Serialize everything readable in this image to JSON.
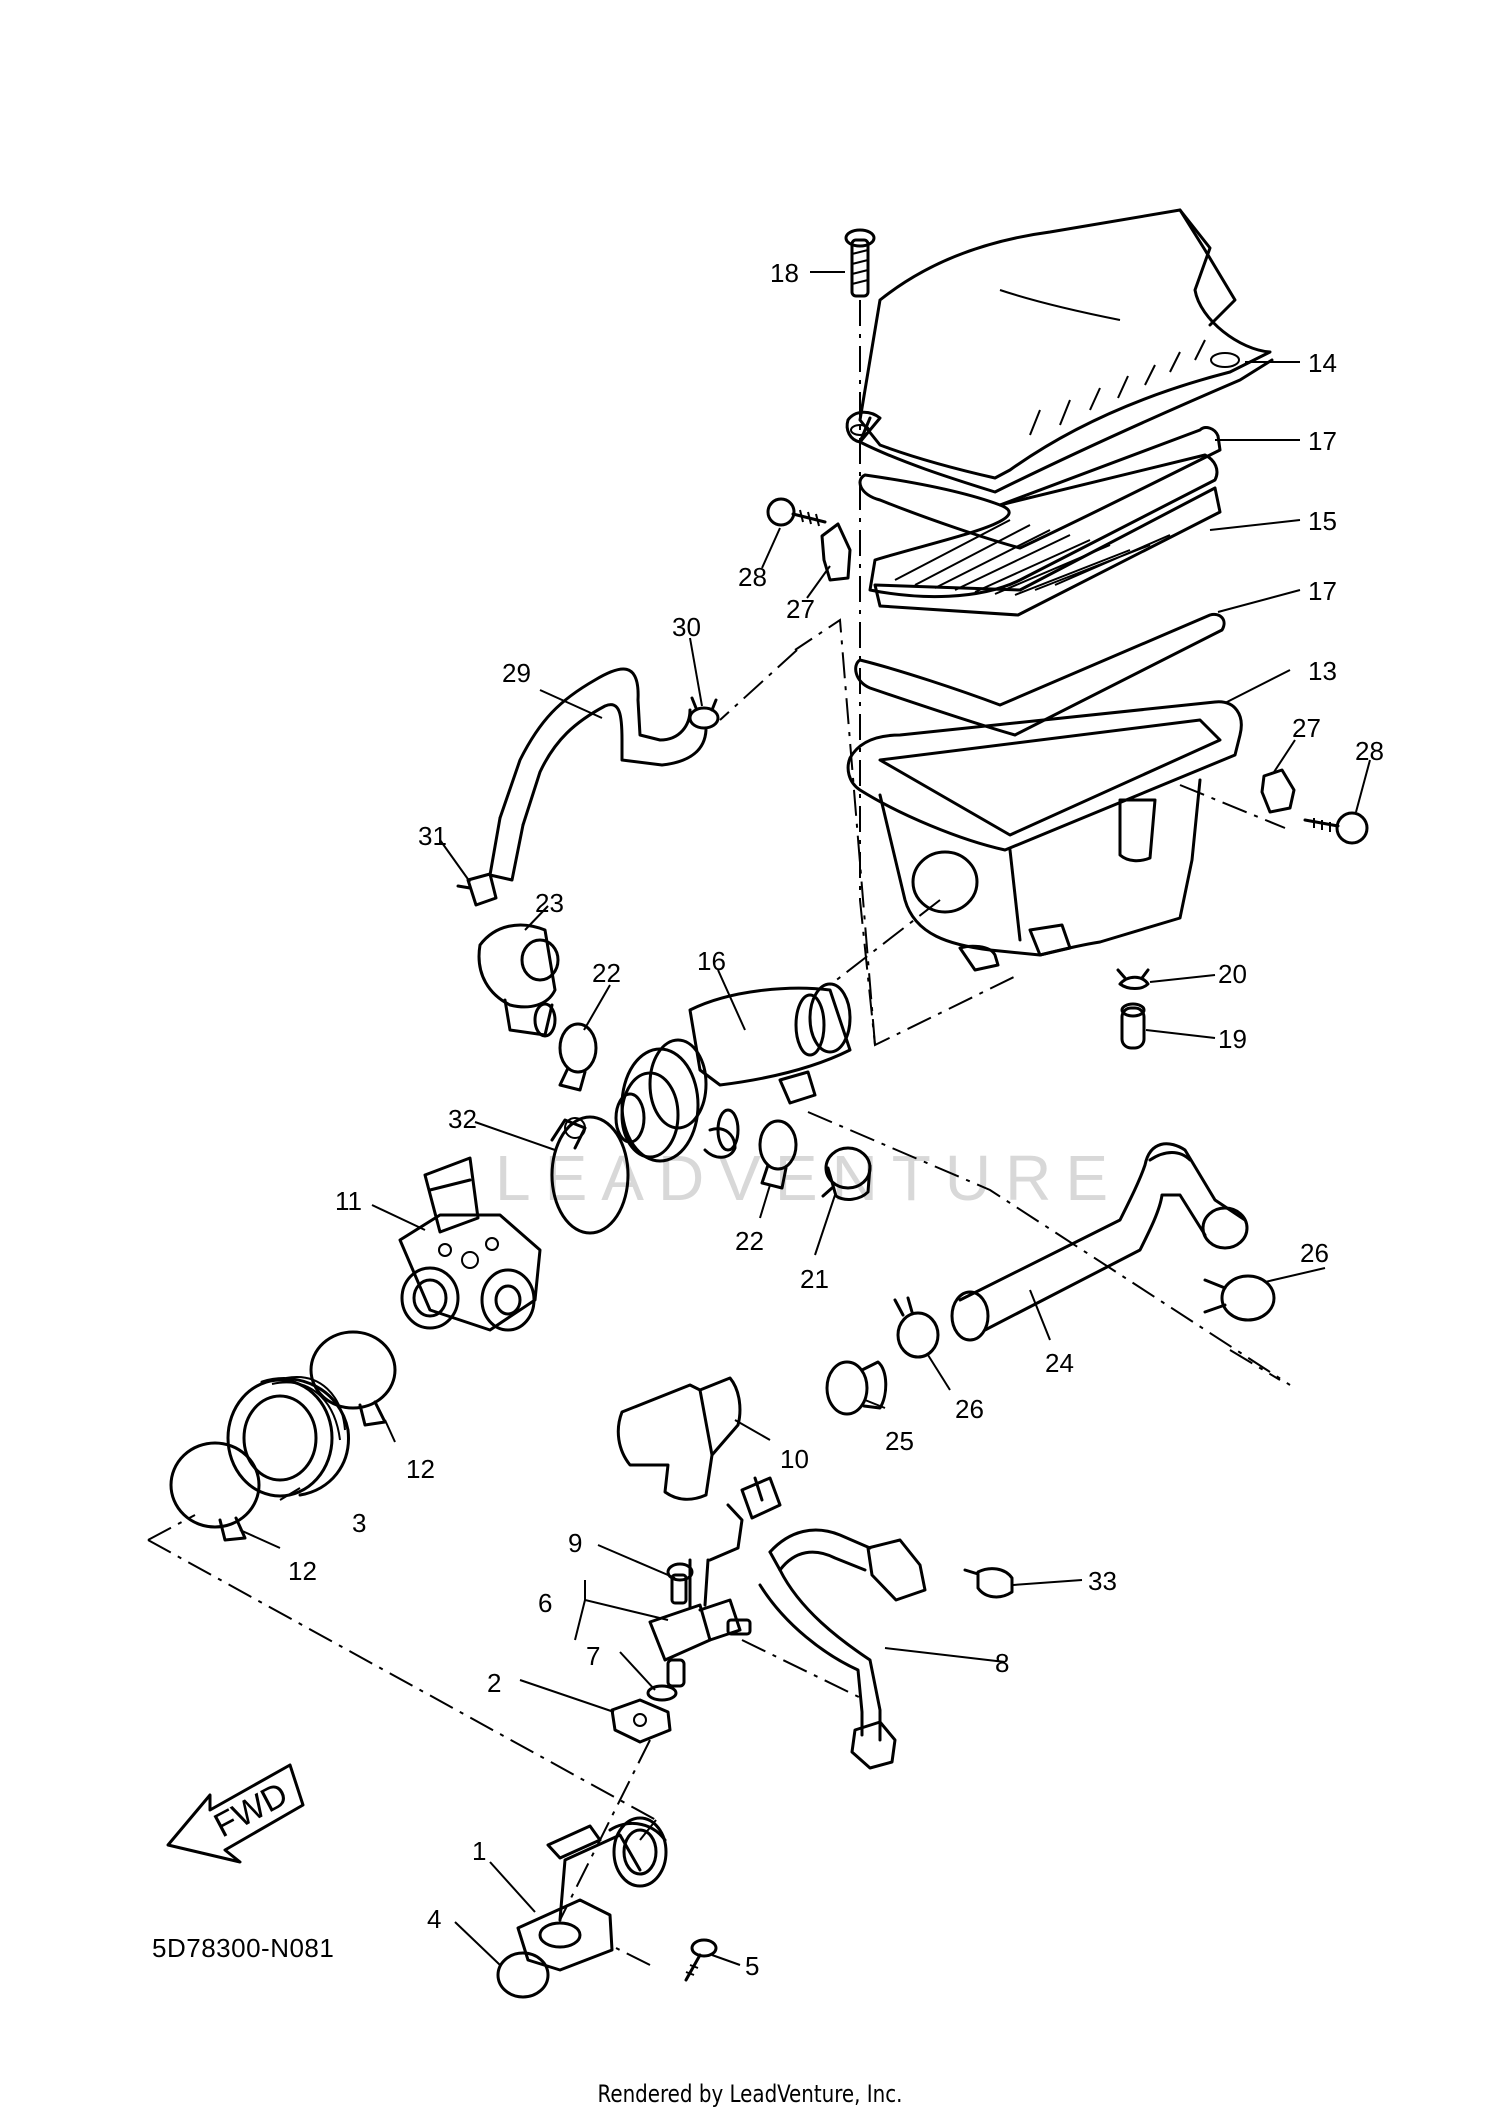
{
  "diagram": {
    "reference_code": "5D78300-N081",
    "render_credit": "Rendered by LeadVenture, Inc.",
    "watermark": "LEADVENTURE",
    "direction_arrow_label": "FWD",
    "callouts": [
      {
        "label": "1"
      },
      {
        "label": "2"
      },
      {
        "label": "3"
      },
      {
        "label": "4"
      },
      {
        "label": "5"
      },
      {
        "label": "6"
      },
      {
        "label": "7"
      },
      {
        "label": "8"
      },
      {
        "label": "9"
      },
      {
        "label": "10"
      },
      {
        "label": "11"
      },
      {
        "label": "12"
      },
      {
        "label": "12"
      },
      {
        "label": "13"
      },
      {
        "label": "14"
      },
      {
        "label": "15"
      },
      {
        "label": "16"
      },
      {
        "label": "17"
      },
      {
        "label": "17"
      },
      {
        "label": "18"
      },
      {
        "label": "19"
      },
      {
        "label": "20"
      },
      {
        "label": "21"
      },
      {
        "label": "22"
      },
      {
        "label": "22"
      },
      {
        "label": "23"
      },
      {
        "label": "24"
      },
      {
        "label": "25"
      },
      {
        "label": "26"
      },
      {
        "label": "26"
      },
      {
        "label": "27"
      },
      {
        "label": "27"
      },
      {
        "label": "28"
      },
      {
        "label": "28"
      },
      {
        "label": "29"
      },
      {
        "label": "30"
      },
      {
        "label": "31"
      },
      {
        "label": "32"
      },
      {
        "label": "33"
      }
    ]
  }
}
